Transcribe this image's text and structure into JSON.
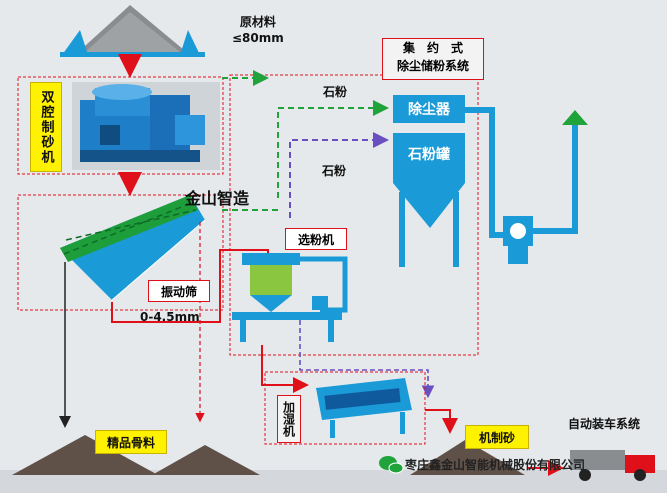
{
  "raw_material": {
    "line1": "原材料",
    "line2": "≤80mm"
  },
  "dust_system": {
    "line1": "集　约　式",
    "line2": "除尘储粉系统"
  },
  "crusher_label": "双腔制砂机",
  "stone_powder_top": "石粉",
  "stone_powder_mid": "石粉",
  "dust_collector": "除尘器",
  "powder_tank": "石粉罐",
  "brand": "金山智造",
  "separator": "选粉机",
  "vibrating_screen": "振动筛",
  "size_range": "0-4.5mm",
  "humidifier": "加湿机",
  "fine_aggregate": "精品骨料",
  "machine_sand": "机制砂",
  "auto_loading": "自动装车系统",
  "company": "枣庄鑫金山智能机械股份有限公司",
  "colors": {
    "blue": "#1a9ad6",
    "arrow_red": "#e0101a",
    "green": "#1fa33a",
    "screen_green": "#1e9e3a",
    "purple": "#6a4fc0",
    "yellow": "#fff200"
  }
}
